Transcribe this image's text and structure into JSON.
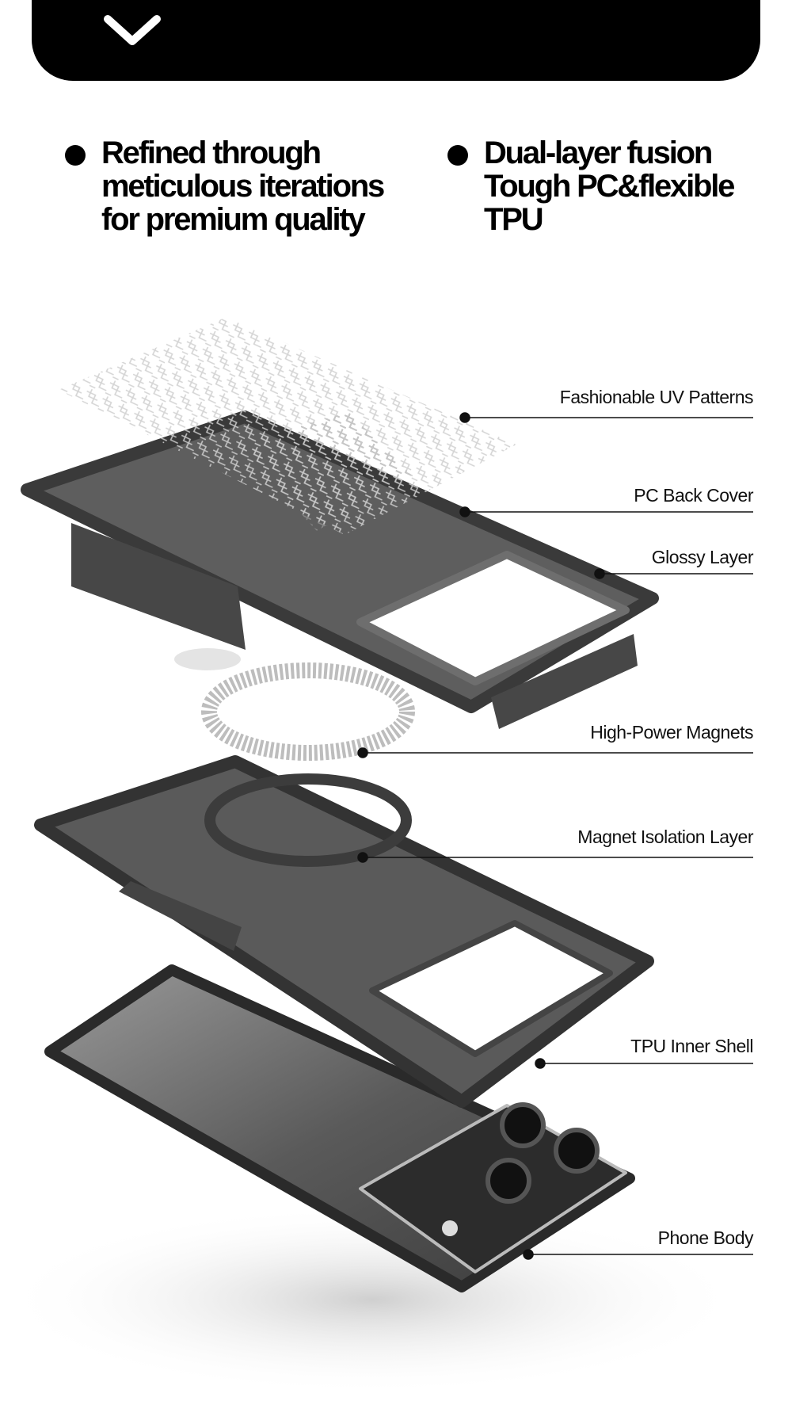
{
  "header": {
    "icon": "chevron-down-icon"
  },
  "features": [
    {
      "text": "Refined through\nmeticulous iterations\nfor premium quality"
    },
    {
      "text": "Dual-layer fusion\nTough PC&flexible\nTPU"
    }
  ],
  "callouts": [
    {
      "label": "Fashionable UV Patterns"
    },
    {
      "label": "PC Back Cover"
    },
    {
      "label": "Glossy Layer"
    },
    {
      "label": "High-Power Magnets"
    },
    {
      "label": "Magnet Isolation Layer"
    },
    {
      "label": "TPU Inner Shell"
    },
    {
      "label": "Phone Body"
    }
  ],
  "colors": {
    "bar": "#000000",
    "case": "#555555",
    "caseEdge": "#3a3a3a",
    "phone": "#6a6a6a"
  }
}
